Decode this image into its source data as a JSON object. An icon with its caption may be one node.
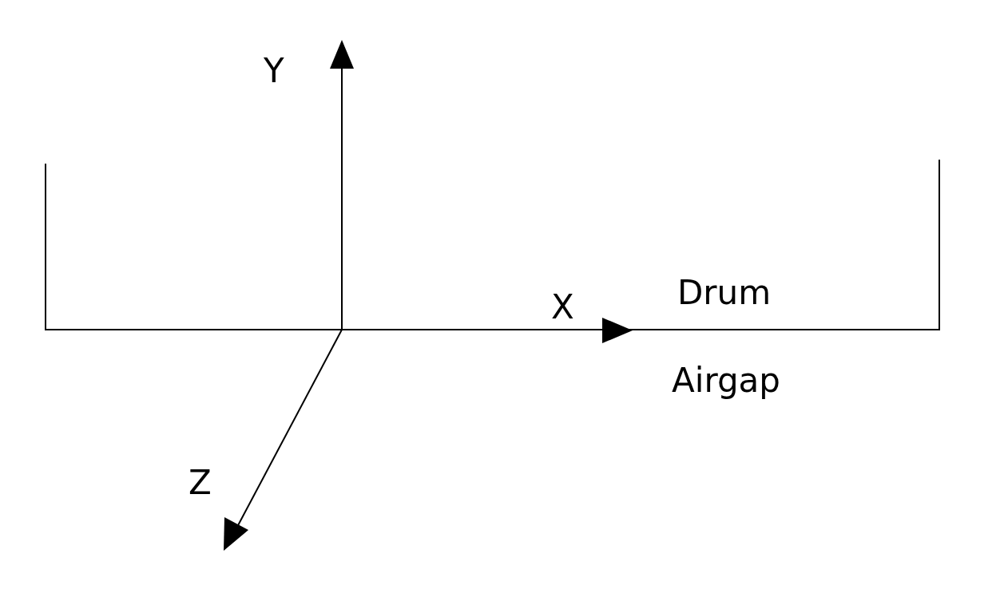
{
  "diagram": {
    "labels": [
      "Y",
      "X",
      "Drum",
      "Airgap",
      "Z"
    ]
  }
}
